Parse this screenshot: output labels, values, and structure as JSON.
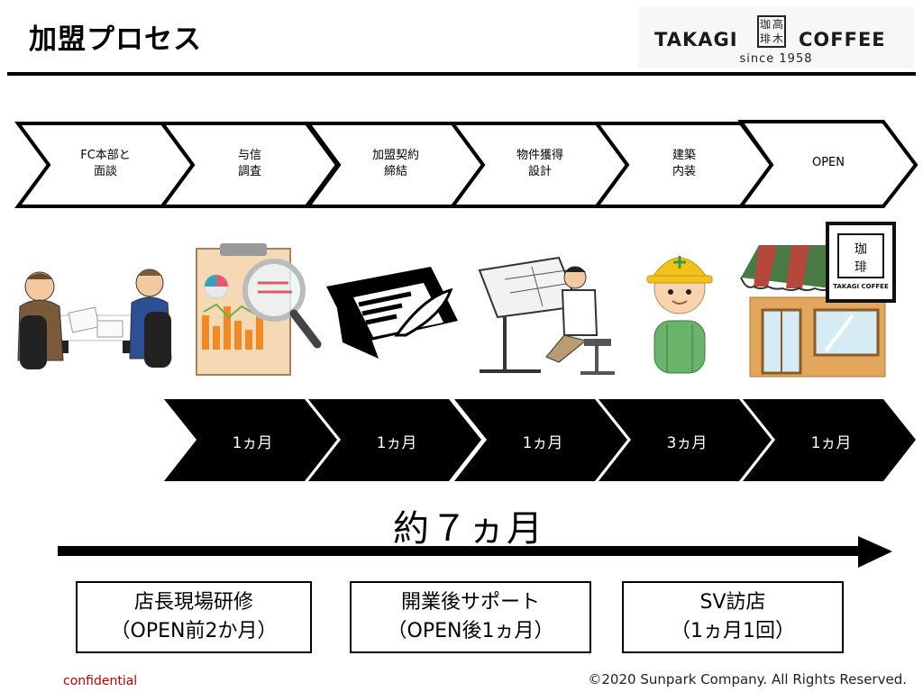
{
  "header": {
    "title": "加盟プロセス",
    "logo": {
      "brand_left": "TAKAGI",
      "brand_right": "COFFEE",
      "seal_chars": [
        "珈",
        "高",
        "琲",
        "木"
      ],
      "tagline": "since 1958"
    }
  },
  "process": {
    "steps": [
      {
        "line1": "FC本部と",
        "line2": "面談"
      },
      {
        "line1": "与信",
        "line2": "調査"
      },
      {
        "line1": "加盟契約",
        "line2": "締結"
      },
      {
        "line1": "物件獲得",
        "line2": "設計"
      },
      {
        "line1": "建築",
        "line2": "内装"
      },
      {
        "line1": "OPEN",
        "line2": ""
      }
    ],
    "illustrations": [
      "meeting-illustration",
      "report-analysis-illustration",
      "contract-signing-illustration",
      "drafting-design-illustration",
      "construction-worker-illustration",
      "coffee-shop-storefront-illustration"
    ],
    "durations": [
      "1ヵ月",
      "1ヵ月",
      "1ヵ月",
      "3ヵ月",
      "1ヵ月"
    ],
    "total": "約７ヵ月"
  },
  "support": [
    {
      "line1": "店長現場研修",
      "line2": "（OPEN前2か月）"
    },
    {
      "line1": "開業後サポート",
      "line2": "（OPEN後1ヵ月）"
    },
    {
      "line1": "SV訪店",
      "line2": "（1ヵ月1回）"
    }
  ],
  "footer": {
    "confidential": "confidential",
    "copyright": "©2020 Sunpark Company. All Rights Reserved."
  },
  "colors": {
    "text": "#000000",
    "confidential": "#c00000",
    "awning_green": "#4a7a44",
    "awning_red": "#b5483a",
    "helmet_yellow": "#f2c21b",
    "chart_orange": "#f08a24"
  }
}
